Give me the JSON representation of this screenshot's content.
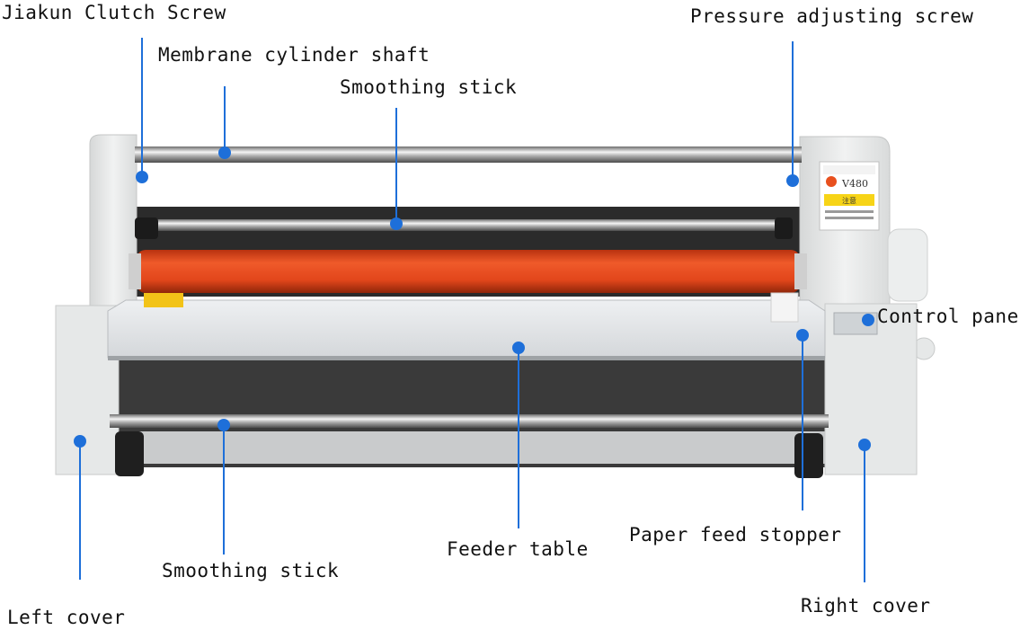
{
  "labels": {
    "jiakun_clutch_screw": "Jiakun Clutch Screw",
    "membrane_cylinder_shaft": "Membrane cylinder shaft",
    "smoothing_stick_top": "Smoothing stick",
    "pressure_adjusting_screw": "Pressure adjusting screw",
    "control_panel": "Control pane",
    "paper_feed_stopper": "Paper feed stopper",
    "feeder_table": "Feeder table",
    "smoothing_stick_bottom": "Smoothing stick",
    "left_cover": "Left cover",
    "right_cover": "Right cover"
  },
  "machine": {
    "model": "V480",
    "warning": "注意"
  },
  "colors": {
    "leader": "#1e6fd9",
    "roller": "#e2461b",
    "housing": "#e9ebea",
    "table": "#e6e8ea"
  }
}
